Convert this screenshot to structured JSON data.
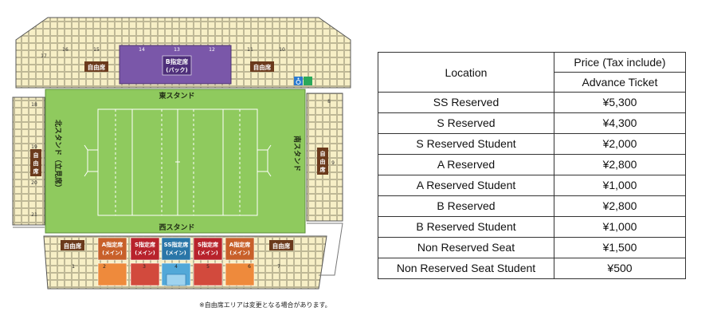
{
  "map": {
    "stands": {
      "east": "東スタンド",
      "west": "西スタンド",
      "north": "北スタンド（立見席）",
      "south": "南スタンド"
    },
    "free_seat": "自由席",
    "b_reserved": [
      "B指定席",
      "(バック)"
    ],
    "main_blocks": [
      {
        "line1": "A指定席",
        "line2": "(メイン)",
        "color": "#c8602a"
      },
      {
        "line1": "S指定席",
        "line2": "(メイン)",
        "color": "#b8232c"
      },
      {
        "line1": "SS指定席",
        "line2": "(メイン)",
        "color": "#2a76a8"
      },
      {
        "line1": "S指定席",
        "line2": "(メイン)",
        "color": "#b8232c"
      },
      {
        "line1": "A指定席",
        "line2": "(メイン)",
        "color": "#c8602a"
      }
    ],
    "back_numbers": [
      "16",
      "15",
      "14",
      "13",
      "12",
      "11",
      "10"
    ],
    "main_numbers": [
      "1",
      "2",
      "3",
      "4",
      "5",
      "6",
      "7"
    ],
    "north_numbers": [
      "18",
      "19",
      "20",
      "21"
    ],
    "south_numbers": [
      "9"
    ],
    "corner_numbers": [
      "17",
      "8"
    ],
    "note": "※自由席エリアは変更となる場合があります。",
    "colors": {
      "pitch": "#8fca5e",
      "free_area": "#f7efc6",
      "purple": "#7a57a9",
      "orange": "#ee8a3c",
      "red": "#d24a3d",
      "blue": "#52a8d8",
      "label_brown": "#6b3a1c"
    }
  },
  "table": {
    "header": {
      "location": "Location",
      "price": "Price (Tax include)",
      "advance": "Advance Ticket"
    },
    "rows": [
      {
        "location": "SS Reserved",
        "price": "¥5,300"
      },
      {
        "location": "S Reserved",
        "price": "¥4,300"
      },
      {
        "location": "S Reserved Student",
        "price": "¥2,000"
      },
      {
        "location": "A Reserved",
        "price": "¥2,800"
      },
      {
        "location": "A Reserved Student",
        "price": "¥1,000"
      },
      {
        "location": "B Reserved",
        "price": "¥2,800"
      },
      {
        "location": "B Reserved Student",
        "price": "¥1,000"
      },
      {
        "location": "Non Reserved Seat",
        "price": "¥1,500"
      },
      {
        "location": "Non Reserved Seat Student",
        "price": "¥500"
      }
    ]
  }
}
